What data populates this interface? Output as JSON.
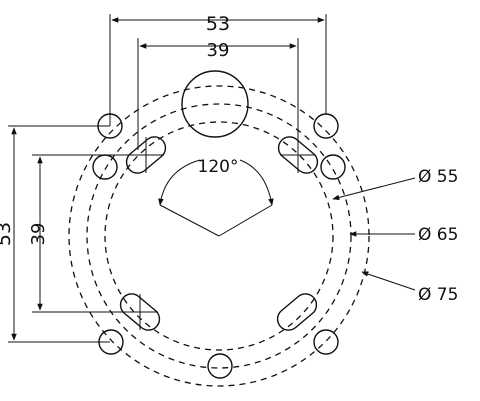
{
  "drawing": {
    "dim_top_outer": "53",
    "dim_top_inner": "39",
    "dim_left_outer": "53",
    "dim_left_inner": "39",
    "angle": "120°",
    "dia_55": "Ø 55",
    "dia_65": "Ø 65",
    "dia_75": "Ø 75"
  }
}
